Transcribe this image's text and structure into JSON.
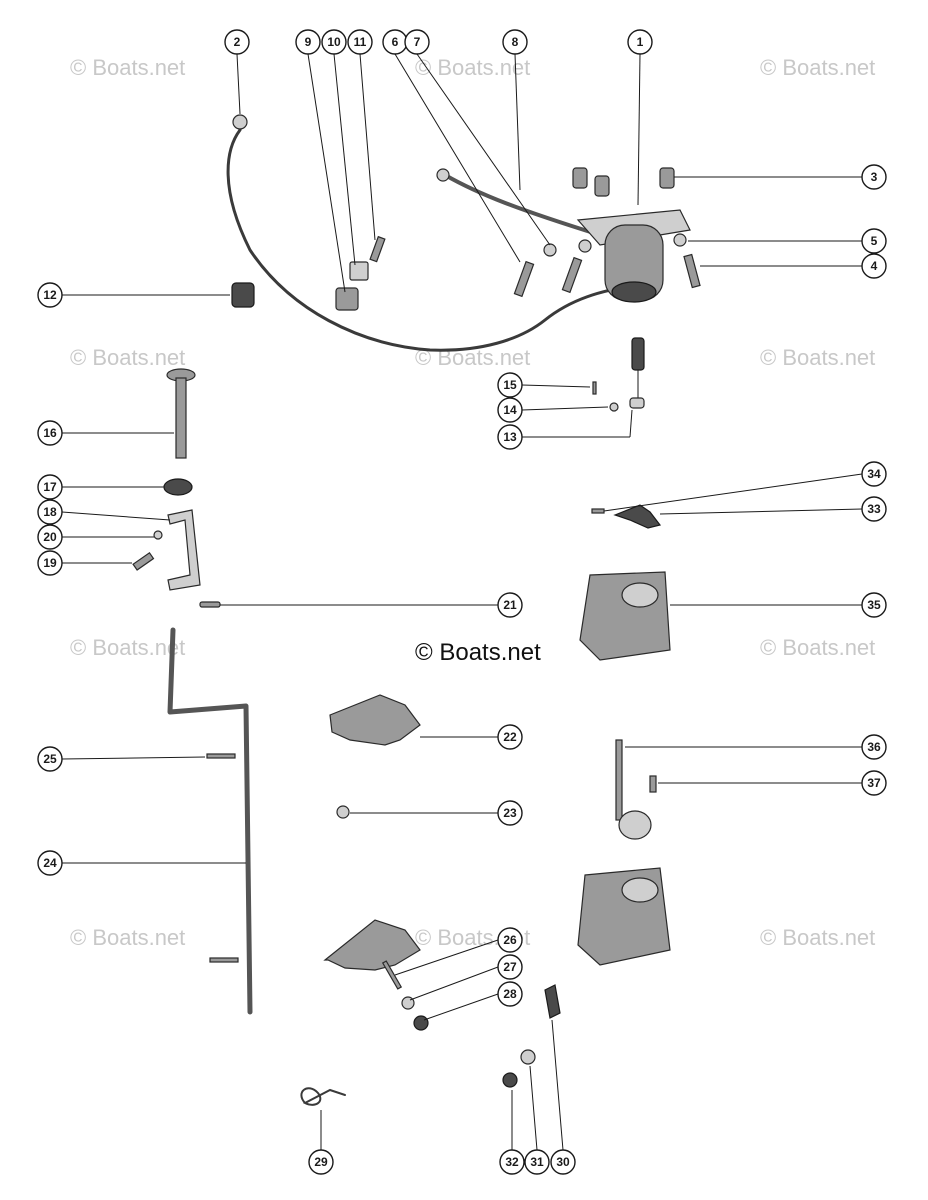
{
  "watermarks": {
    "small": "© Boats.net",
    "center": "© Boats.net"
  },
  "colors": {
    "line": "#1a1a1a",
    "part": "#9a9a9a",
    "watermark": "#c8c8c8"
  },
  "callouts": [
    "1",
    "2",
    "3",
    "4",
    "5",
    "6",
    "7",
    "8",
    "9",
    "10",
    "11",
    "12",
    "13",
    "14",
    "15",
    "16",
    "17",
    "18",
    "19",
    "20",
    "21",
    "22",
    "23",
    "24",
    "25",
    "26",
    "27",
    "28",
    "29",
    "30",
    "31",
    "32",
    "33",
    "34",
    "35",
    "36",
    "37"
  ]
}
